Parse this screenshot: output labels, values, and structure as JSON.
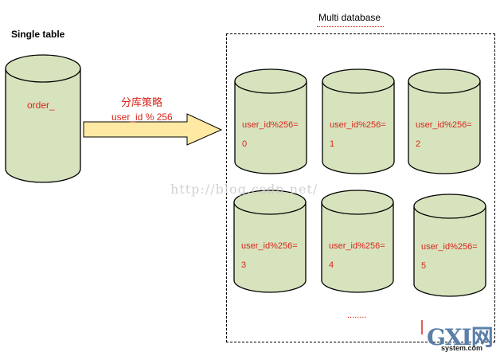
{
  "single": {
    "title": "Single table",
    "table_label": "order_"
  },
  "multi": {
    "title": "Multi database"
  },
  "strategy": {
    "name_cn": "分库策略",
    "formula": "user_id % 256"
  },
  "databases": [
    {
      "label": "user_id%256=",
      "index": "0"
    },
    {
      "label": "user_id%256=",
      "index": "1"
    },
    {
      "label": "user_id%256=",
      "index": "2"
    },
    {
      "label": "user_id%256=",
      "index": "3"
    },
    {
      "label": "user_id%256=",
      "index": "4"
    },
    {
      "label": "user_id%256=",
      "index": "5"
    }
  ],
  "ellipsis": "........",
  "watermark": "http://blog.csdn.net/",
  "logo": {
    "brand": "GXI网",
    "site": "system.com"
  },
  "colors": {
    "cylinder_fill": "#d7e3bd",
    "cylinder_stroke": "#000000",
    "arrow_fill": "#ffe9a3",
    "label_red": "#d8261c"
  }
}
